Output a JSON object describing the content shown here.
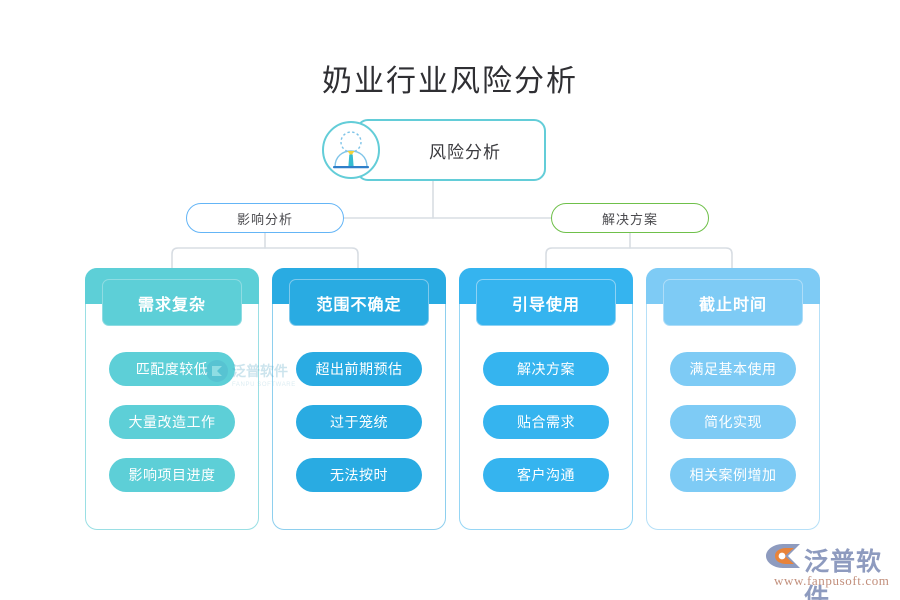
{
  "page": {
    "title": "奶业行业风险分析",
    "background_color": "#ffffff"
  },
  "root_node": {
    "label": "风险分析",
    "icon": "person-avatar-icon",
    "border_color": "#63cdd8"
  },
  "branches": [
    {
      "label": "影响分析",
      "border_color": "#64b5f6"
    },
    {
      "label": "解决方案",
      "border_color": "#6fc04a"
    }
  ],
  "columns": [
    {
      "header": "需求复杂",
      "accent_color": "#5dcfd7",
      "items": [
        "匹配度较低",
        "大量改造工作",
        "影响项目进度"
      ]
    },
    {
      "header": "范围不确定",
      "accent_color": "#29abe2",
      "items": [
        "超出前期预估",
        "过于笼统",
        "无法按时"
      ]
    },
    {
      "header": "引导使用",
      "accent_color": "#35b4ef",
      "items": [
        "解决方案",
        "贴合需求",
        "客户沟通"
      ]
    },
    {
      "header": "截止时间",
      "accent_color": "#7ecbf5",
      "items": [
        "满足基本使用",
        "简化实现",
        "相关案例增加"
      ]
    }
  ],
  "watermark": {
    "center_text": "泛普软件",
    "center_sub": "FANPU SOFTWARE"
  },
  "brand": {
    "name": "泛普软件",
    "url": "www.fanpusoft.com",
    "mark_color_primary": "#e8833a",
    "mark_color_secondary": "#8e9bbf"
  }
}
